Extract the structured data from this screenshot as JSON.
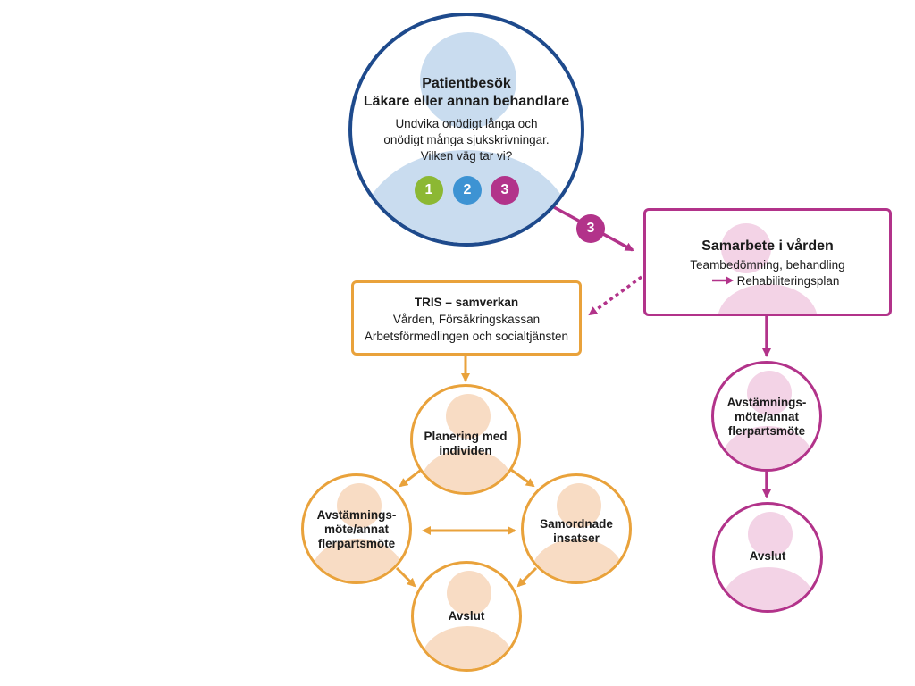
{
  "colors": {
    "navy": "#1e4a8c",
    "orange": "#e9a23b",
    "magenta": "#b2338a",
    "green": "#8cb833",
    "blue": "#3d93d3",
    "light_blue": "#c9dcef",
    "light_peach": "#f8dcc4",
    "light_pink": "#f3d3e6"
  },
  "patient": {
    "title": "Patientbesök",
    "subtitle": "Läkare eller annan behandlare",
    "line1": "Undvika onödigt långa och",
    "line2": "onödigt många sjukskrivningar.",
    "line3": "Vilken väg tar vi?",
    "options": [
      "1",
      "2",
      "3"
    ]
  },
  "path_badge": "3",
  "samarbete": {
    "title": "Samarbete i vården",
    "line1": "Teambedömning, behandling",
    "line2": "Rehabiliteringsplan"
  },
  "tris": {
    "title": "TRIS – samverkan",
    "line1": "Vården, Försäkringskassan",
    "line2": "Arbetsförmedlingen och socialtjänsten"
  },
  "orange_flow": {
    "planering_1": "Planering med",
    "planering_2": "individen",
    "avst_1": "Avstämnings-",
    "avst_2": "möte/annat",
    "avst_3": "flerpartsmöte",
    "samord_1": "Samordnade",
    "samord_2": "insatser",
    "avslut": "Avslut"
  },
  "magenta_flow": {
    "avst_1": "Avstämnings-",
    "avst_2": "möte/annat",
    "avst_3": "flerpartsmöte",
    "avslut": "Avslut"
  }
}
